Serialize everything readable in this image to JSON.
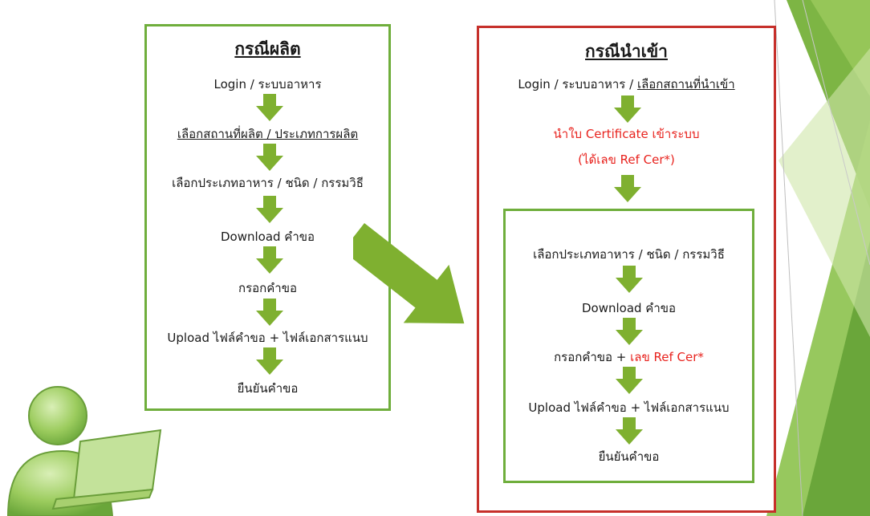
{
  "colors": {
    "arrow": "#7fb030",
    "green_border": "#6fae3c",
    "red_border": "#c6302b",
    "red_text": "#e8231e"
  },
  "left": {
    "title": "กรณีผลิต",
    "steps": [
      "Login / ระบบอาหาร",
      "เลือกสถานที่ผลิต / ประเภทการผลิต",
      "เลือกประเภทอาหาร / ชนิด / กรรมวิธี",
      "Download คำขอ",
      "กรอกคำขอ",
      "Upload ไฟล์คำขอ + ไฟล์เอกสารแนบ",
      "ยืนยันคำขอ"
    ]
  },
  "right": {
    "title": "กรณีนำเข้า",
    "login_a": "Login / ระบบอาหาร / ",
    "login_b": "เลือกสถานที่นำเข้า",
    "cert_line1": "นำใบ Certificate เข้าระบบ",
    "cert_line2": "(ได้เลข Ref Cer*)",
    "inner_steps": {
      "s1": "เลือกประเภทอาหาร / ชนิด / กรรมวิธี",
      "s2": "Download คำขอ",
      "s3a": "กรอกคำขอ + ",
      "s3b": "เลข Ref Cer*",
      "s4": "Upload ไฟล์คำขอ + ไฟล์เอกสารแนบ",
      "s5": "ยืนยันคำขอ"
    }
  }
}
